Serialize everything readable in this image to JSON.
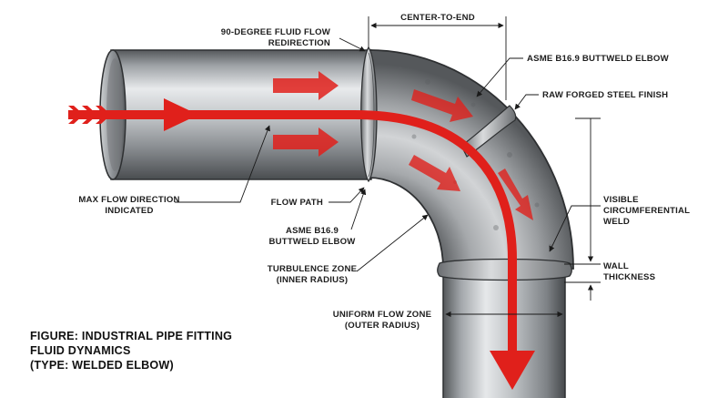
{
  "diagram": {
    "labels": {
      "redirection_l1": "90-DEGREE FLUID FLOW",
      "redirection_l2": "REDIRECTION",
      "center_to_end": "CENTER-TO-END",
      "asme_top": "ASME B16.9 BUTTWELD ELBOW",
      "raw_finish": "RAW FORGED STEEL FINISH",
      "max_flow_l1": "MAX FLOW DIRECTION",
      "max_flow_l2": "INDICATED",
      "flow_path": "FLOW PATH",
      "asme_bottom_l1": "ASME B16.9",
      "asme_bottom_l2": "BUTTWELD ELBOW",
      "visible_weld_l1": "VISIBLE",
      "visible_weld_l2": "CIRCUMFERENTIAL",
      "visible_weld_l3": "WELD",
      "turbulence_l1": "TURBULENCE ZONE",
      "turbulence_l2": "(INNER RADIUS)",
      "wall_l1": "WALL",
      "wall_l2": "THICKNESS",
      "uniform_l1": "UNIFORM FLOW ZONE",
      "uniform_l2": "(OUTER RADIUS)"
    },
    "caption": {
      "line1": "FIGURE: INDUSTRIAL PIPE FITTING",
      "line2": "FLUID DYNAMICS",
      "line3": "(TYPE: WELDED ELBOW)"
    },
    "colors": {
      "flow_red": "#e0201b",
      "steel_dark": "#4a4d50",
      "steel_mid": "#9a9ea2",
      "steel_light": "#e4e6e8"
    }
  }
}
